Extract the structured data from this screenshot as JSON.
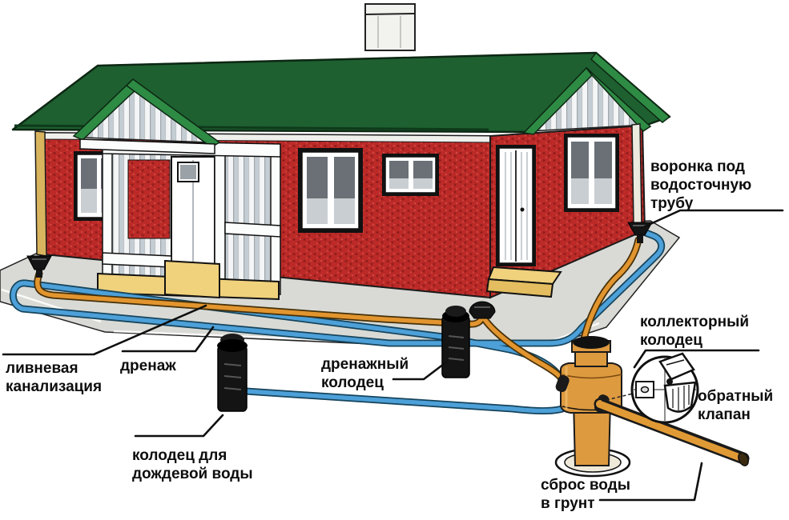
{
  "diagram": {
    "labels": {
      "gutter_funnel": {
        "text": "воронка под\nводосточную\nтрубу"
      },
      "storm_sewer": {
        "text": "ливневая\nканализация"
      },
      "drainage": {
        "text": "дренаж"
      },
      "drainage_well": {
        "text": "дренажный\nколодец"
      },
      "rainwater_well": {
        "text": "колодец для\nдождевой воды"
      },
      "collector_well": {
        "text": "коллекторный\nколодец"
      },
      "check_valve": {
        "text": "обратный\nклапан"
      },
      "ground_discharge": {
        "text": "сброс воды\nв грунт"
      }
    },
    "icons": {
      "house": "house-with-green-roof",
      "funnels": "rain-funnel",
      "wells": [
        "rainwater-well",
        "drainage-well",
        "collector-well"
      ],
      "valve_detail": "check-valve-magnifier"
    },
    "colors": {
      "roof_green": "#1e6030",
      "roof_trim_green": "#2e8b44",
      "brick_red": "#bc2a28",
      "siding_light": "#f3f5f6",
      "siding_shade": "#c3cdd3",
      "trim_yellow": "#f0d17c",
      "apron_gray": "#d9dad5",
      "pipe_blue": "#4da0d8",
      "pipe_orange": "#e2952f",
      "well_black": "#141414",
      "collector_orange": "#de9a3f",
      "label_text": "#0d0d0d"
    }
  }
}
